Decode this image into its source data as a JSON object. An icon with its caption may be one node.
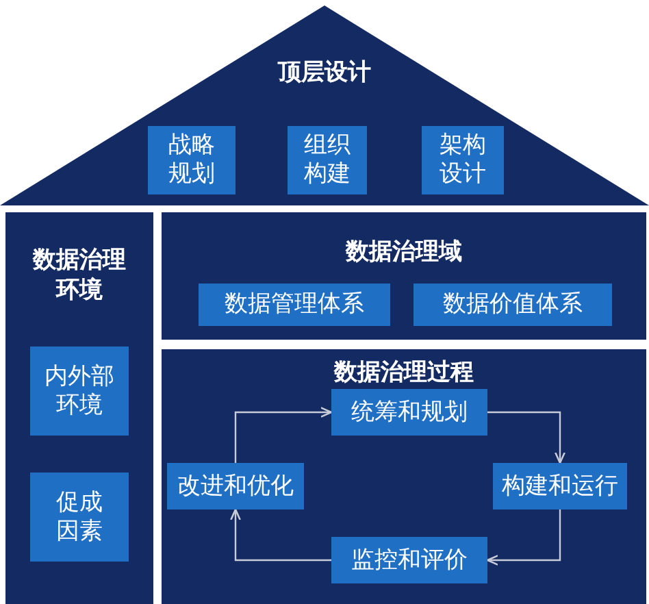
{
  "diagram": {
    "nodes": [
      {
        "text": [
          "顶层设计"
        ]
      },
      {
        "text": [
          "战略规划"
        ],
        "in": 0
      },
      {
        "text": [
          "组织构建"
        ],
        "in": 0
      },
      {
        "text": [
          "架构设计"
        ],
        "in": 0
      },
      {
        "text": [
          "数据治理环境"
        ]
      },
      {
        "text": [
          "内外部环境"
        ],
        "in": 4
      },
      {
        "text": [
          "促成因素"
        ],
        "in": 4
      },
      {
        "text": [
          "数据治理域"
        ]
      },
      {
        "text": [
          "数据管理体系"
        ],
        "in": 7
      },
      {
        "text": [
          "数据价值体系"
        ],
        "in": 7
      },
      {
        "text": [
          "数据治理过程"
        ]
      },
      {
        "text": [
          "统筹和规划"
        ],
        "in": 10
      },
      {
        "text": [
          "构建和运行"
        ],
        "in": 10
      },
      {
        "text": [
          "监控和评价"
        ],
        "in": 10
      },
      {
        "text": [
          "改进和优化"
        ],
        "in": 10
      }
    ],
    "edges": [
      {
        "from": 11,
        "to": 12,
        "arrow": "to"
      },
      {
        "from": 12,
        "to": 13,
        "arrow": "to"
      },
      {
        "from": 13,
        "to": 14,
        "arrow": "to"
      },
      {
        "from": 14,
        "to": 11,
        "arrow": "to"
      }
    ]
  }
}
